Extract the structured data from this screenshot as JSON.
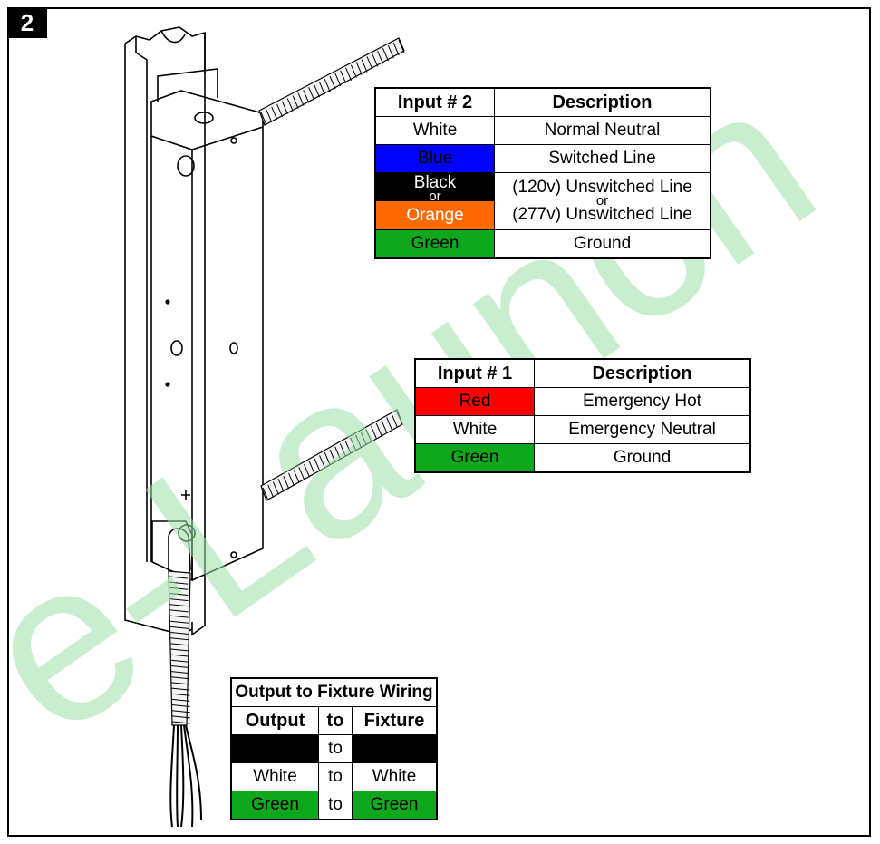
{
  "step_number": "2",
  "watermark_text": "e-Launch",
  "input2_table": {
    "headers": [
      "Input # 2",
      "Description"
    ],
    "rows": [
      {
        "wire": "White",
        "desc": "Normal Neutral"
      },
      {
        "wire": "Blue",
        "desc": "Switched Line"
      },
      {
        "wire": "Black",
        "desc": "(120v) Unswitched Line"
      },
      {
        "wire": "Orange",
        "desc": "(277v) Unswitched Line"
      },
      {
        "wire": "Green",
        "desc": "Ground"
      }
    ],
    "or_label": "or"
  },
  "input1_table": {
    "headers": [
      "Input # 1",
      "Description"
    ],
    "rows": [
      {
        "wire": "Red",
        "desc": "Emergency Hot"
      },
      {
        "wire": "White",
        "desc": "Emergency Neutral"
      },
      {
        "wire": "Green",
        "desc": "Ground"
      }
    ]
  },
  "output_table": {
    "title": "Output to Fixture Wiring",
    "headers": [
      "Output",
      "to",
      "Fixture"
    ],
    "rows": [
      {
        "output": "Black",
        "to": "to",
        "fixture": "Black"
      },
      {
        "output": "White",
        "to": "to",
        "fixture": "White"
      },
      {
        "output": "Green",
        "to": "to",
        "fixture": "Green"
      }
    ]
  },
  "colors": {
    "blue": "#0000ff",
    "black": "#000000",
    "orange": "#ff6a00",
    "green": "#0fa81c",
    "red": "#ff0000",
    "watermark": "#9be0a8"
  }
}
